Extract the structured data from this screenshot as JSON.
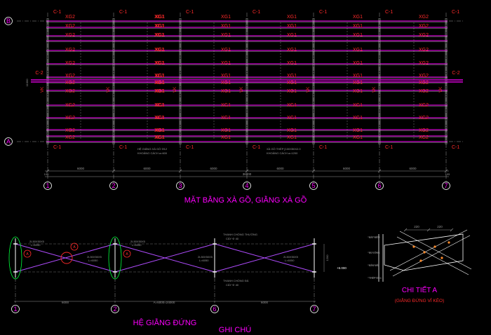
{
  "colors": {
    "background": "#000000",
    "magenta": "#ff00ff",
    "red": "#ff2a2a",
    "white": "#ffffff",
    "green": "#00ff3c",
    "grey": "#9a9a9a",
    "purple": "#b04cff"
  },
  "plan": {
    "grid_rows": [
      "B",
      "A"
    ],
    "grid_columns": [
      "1",
      "2",
      "3",
      "4",
      "5",
      "6",
      "7"
    ],
    "column_label_top": "C-1",
    "column_label_side": "C-2",
    "purlin_labels": [
      "XG2",
      "XG1"
    ],
    "vk_label": "VK",
    "row_dimension": "11000",
    "bay_dimensions": [
      "6000",
      "6000",
      "6000",
      "6000",
      "6000",
      "6000"
    ],
    "total_dimension": "36000",
    "edge_dimension": "105",
    "note_left_a": "HỆ GIẰNG XÀ GỒ Φ12",
    "note_left_b": "KHOẢNG CÁCH a=600",
    "note_right_a": "XÀ GỒ THÉP [100X50X2.0",
    "note_right_b": "KHOẢNG CÁCH a=1200",
    "title": "MẶT BẰNG XÀ GỒ, GIẰNG XÀ GỒ"
  },
  "bracing": {
    "grid_columns": [
      "1",
      "2",
      "6",
      "7"
    ],
    "bay_dimensions": [
      "6000",
      "A=6000=24000",
      "6000"
    ],
    "note_top_a": "THANH CHỐNG THƯỜNG",
    "note_top_b": "CÂY  Φ 40",
    "note_bottom_a": "THANH CHỐNG ĐÀ",
    "note_bottom_b": "CÂY  Φ 40",
    "brace_label": "2L50X50X5",
    "brace_sub": "L=6050",
    "height_dim": "1200",
    "level_mark": "+6.000",
    "detail_tag": "A",
    "title": "HỆ GIẰNG ĐỨNG",
    "notes_heading": "GHI CHÚ"
  },
  "detail": {
    "dims": [
      "220",
      "220"
    ],
    "title": "CHI TIẾT A",
    "subtitle": "(GIẰNG ĐỨNG VỈ KÈO)",
    "callouts": [
      "BÁT ĐỆM",
      "BU LÔNG",
      "BẢN MÃ",
      "THÉP GÓC"
    ]
  }
}
